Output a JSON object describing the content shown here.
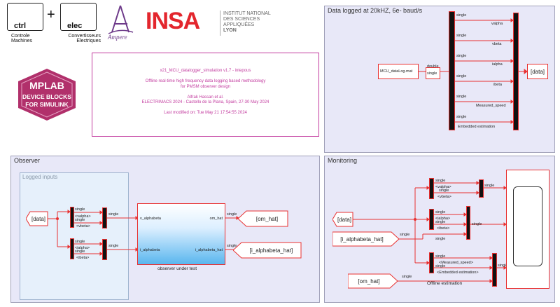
{
  "logos": {
    "ctrl_label": "ctrl",
    "elec_label": "elec",
    "plus": "+",
    "ctrl_caption_1": "Controle",
    "ctrl_caption_2": "Machines",
    "elec_caption_1": "Convertisseurs",
    "elec_caption_2": "Electriques",
    "ampere_label": "Ampere",
    "insa_label": "INSA",
    "insa_line_1": "INSTITUT NATIONAL",
    "insa_line_2": "DES SCIENCES",
    "insa_line_3": "APPLIQUÉES",
    "insa_line_4": "LYON",
    "mplab_line_1": "MPLAB",
    "mplab_line_2": "DEVICE BLOCKS",
    "mplab_line_3": "FOR SIMULINK"
  },
  "info": {
    "title": "x21_MCU_datalogger_simulation v1.7 - intepous",
    "line_2": "Offline real-time high frequency data logging based methodology",
    "line_3": "for PMSM observer design",
    "line_4": "Alfrak Hassan et al.",
    "line_5": "ELECTRIMACS 2024 - Castello de la Plana, Spain, 27-30 May 2024",
    "line_6": "Last modified on: Tue May 21 17:54:55 2024"
  },
  "datalog": {
    "title": "Data logged at 20kHZ, 6e- baud/s",
    "source_block": "MCU_dataLog.mat",
    "convert_top": "double",
    "convert_out": "single",
    "goto_tag": "[data]",
    "signal_type": "single",
    "signals": [
      "valpha",
      "vbeta",
      "ialpha",
      "ibeta",
      "Measured_speed",
      "Embedded estimation"
    ]
  },
  "observer": {
    "title": "Observer",
    "logged_inputs_title": "Logged inputs",
    "from_tag": "[data]",
    "signal_type": "single",
    "sel1_in1": "<valpha>",
    "sel1_in2": "<vbeta>",
    "sel2_in1": "<ialpha>",
    "sel2_in2": "<ibeta>",
    "subsystem_in1": "v_alphabeta",
    "subsystem_in2": "i_alphabeta",
    "subsystem_out1": "om_hat",
    "subsystem_out2": "i_alphabeta_hat",
    "subsystem_caption": "observer under test",
    "goto_om": "[om_hat]",
    "goto_i": "[i_alphabeta_hat]"
  },
  "monitoring": {
    "title": "Monitoring",
    "from_data": "[data]",
    "from_i": "[i_alphabeta_hat]",
    "from_om": "[om_hat]",
    "signal_type": "single",
    "v1": "<valpha>",
    "v2": "<vbeta>",
    "i1": "<ialpha>",
    "i2": "<ibeta>",
    "s1": "<Measured_speed>",
    "s2": "<Embedded estimation>",
    "offline_caption": "Offline estimation"
  }
}
